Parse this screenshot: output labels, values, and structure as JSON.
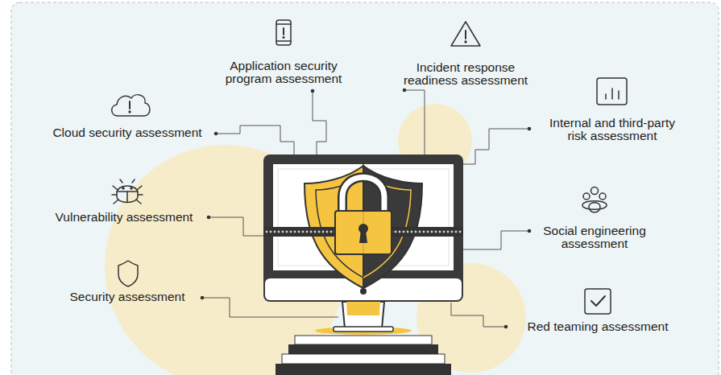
{
  "diagram": {
    "labels": [
      "Application security program assessment",
      "Incident response readiness assessment",
      "Cloud security assessment",
      "Internal and third-party risk assessment",
      "Vulnerability assessment",
      "Social engineering assessment",
      "Security assessment",
      "Red teaming assessment"
    ]
  }
}
